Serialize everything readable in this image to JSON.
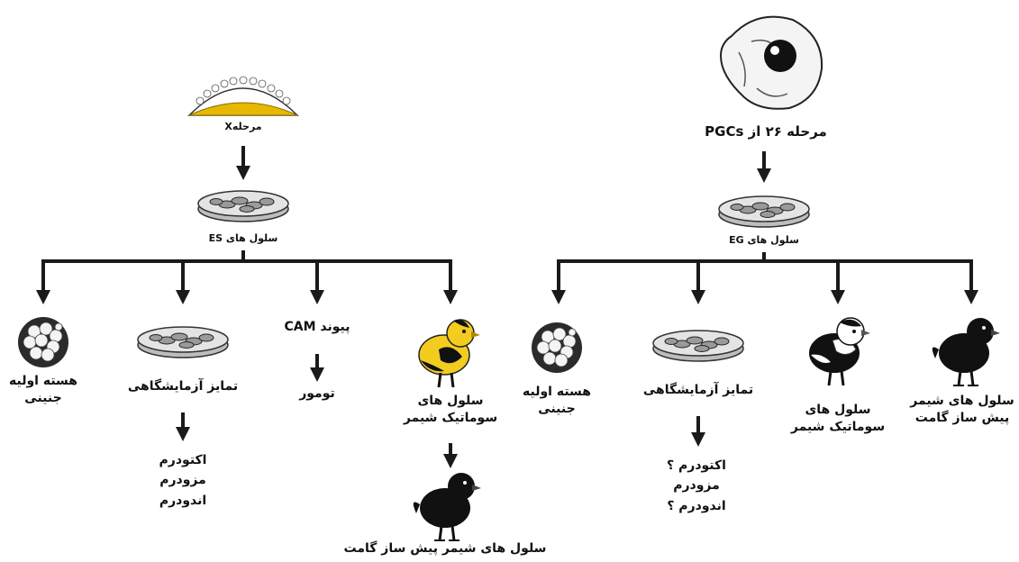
{
  "left_branch": {
    "stage_label": "مرحلهX",
    "cells_label": "سلول های ES",
    "outcomes": {
      "embryonic_nucleus": [
        "هسته اولیه",
        "جنینی"
      ],
      "lab_differentiation": "تمایز آزمایشگاهی",
      "germ_layers": [
        "اکتودرم",
        "مزودرم",
        "اندودرم"
      ],
      "cam_graft": "پیوند CAM",
      "tumor": "تومور",
      "somatic_chimera": [
        "سلول های",
        "سوماتیک شیمر"
      ],
      "germline_chimera": "سلول های شیمر پیش ساز گامت"
    }
  },
  "right_branch": {
    "stage_label": "مرحله ۲۶ از PGCs",
    "cells_label": "سلول های EG",
    "outcomes": {
      "embryonic_nucleus": [
        "هسته اولیه",
        "جنینی"
      ],
      "lab_differentiation": "تمایز آزمایشگاهی",
      "germ_layers": [
        "اکتودرم ؟",
        "مزودرم",
        "اندودرم ؟"
      ],
      "somatic_chimera": [
        "سلول های",
        "سوماتیک شیمر"
      ],
      "germline_chimera": [
        "سلول های شیمر",
        "پیش ساز گامت"
      ]
    }
  },
  "colors": {
    "arrow": "#1a1a1a",
    "chimera_yellow": "#f2cc1f",
    "chick_black": "#111111",
    "blastoderm_yellow": "#e6b800",
    "dish": "#cfcfcf"
  },
  "icons": {
    "blastoderm": "blastoderm-icon",
    "embryo": "embryo-icon",
    "petri_dish": "petri-dish-icon",
    "nucleus": "nucleus-icon",
    "yellow_chick": "yellow-black-chick-icon",
    "black_chick": "black-chick-icon",
    "pied_chick": "black-white-chick-icon"
  }
}
